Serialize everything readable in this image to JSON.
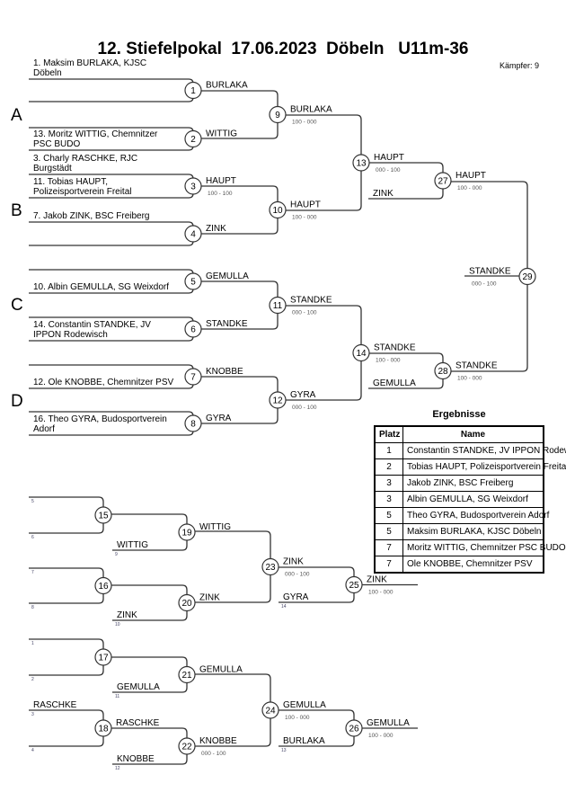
{
  "header": {
    "title": "12. Stiefelpokal  17.06.2023  Döbeln   U11m-36",
    "fighters": "Kämpfer: 9"
  },
  "pools": [
    "A",
    "B",
    "C",
    "D"
  ],
  "entries": [
    {
      "match": 1,
      "side": "top",
      "text": "1. Maksim BURLAKA, KJSC Döbeln"
    },
    {
      "match": 2,
      "side": "bot",
      "text": "13. Moritz WITTIG, Chemnitzer PSC BUDO"
    },
    {
      "match": 3,
      "side": "top",
      "text": "3. Charly RASCHKE, RJC Burgstädt"
    },
    {
      "match": 3,
      "side": "bot",
      "text": "11. Tobias HAUPT, Polizeisportverein Freital"
    },
    {
      "match": 4,
      "side": "top",
      "text": "7. Jakob ZINK, BSC Freiberg"
    },
    {
      "match": 5,
      "side": "bot",
      "text": "10. Albin GEMULLA, SG Weixdorf"
    },
    {
      "match": 6,
      "side": "bot",
      "text": "14. Constantin STANDKE, JV IPPON Rodewisch"
    },
    {
      "match": 7,
      "side": "bot",
      "text": "12. Ole KNOBBE, Chemnitzer PSV"
    },
    {
      "match": 8,
      "side": "bot",
      "text": "16. Theo GYRA, Budosportverein Adorf"
    }
  ],
  "matches": [
    {
      "no": 1,
      "winner": "BURLAKA",
      "score": ""
    },
    {
      "no": 2,
      "winner": "WITTIG",
      "score": ""
    },
    {
      "no": 3,
      "winner": "HAUPT",
      "score": "100 - 100"
    },
    {
      "no": 4,
      "winner": "ZINK",
      "score": ""
    },
    {
      "no": 5,
      "winner": "GEMULLA",
      "score": ""
    },
    {
      "no": 6,
      "winner": "STANDKE",
      "score": ""
    },
    {
      "no": 7,
      "winner": "KNOBBE",
      "score": ""
    },
    {
      "no": 8,
      "winner": "GYRA",
      "score": ""
    },
    {
      "no": 9,
      "winner": "BURLAKA",
      "score": "100 - 000"
    },
    {
      "no": 10,
      "winner": "HAUPT",
      "score": "100 - 000"
    },
    {
      "no": 11,
      "winner": "STANDKE",
      "score": "000 - 100"
    },
    {
      "no": 12,
      "winner": "GYRA",
      "score": "000 - 100"
    },
    {
      "no": 13,
      "winner": "HAUPT",
      "score": "000 - 100"
    },
    {
      "no": 14,
      "winner": "STANDKE",
      "score": "100 - 000"
    },
    {
      "no": 27,
      "winner": "HAUPT",
      "score": "100 - 000"
    },
    {
      "no": 28,
      "winner": "STANDKE",
      "score": "100 - 000"
    },
    {
      "no": 29,
      "winner": "",
      "score": ""
    },
    {
      "no": 15,
      "winner": "",
      "score": ""
    },
    {
      "no": 16,
      "winner": "",
      "score": ""
    },
    {
      "no": 19,
      "winner": "WITTIG",
      "score": ""
    },
    {
      "no": 20,
      "winner": "ZINK",
      "score": ""
    },
    {
      "no": 23,
      "winner": "ZINK",
      "score": "000 - 100"
    },
    {
      "no": 25,
      "winner": "ZINK",
      "score": "100 - 000"
    },
    {
      "no": 17,
      "winner": "",
      "score": ""
    },
    {
      "no": 18,
      "winner": "RASCHKE",
      "score": ""
    },
    {
      "no": 21,
      "winner": "GEMULLA",
      "score": ""
    },
    {
      "no": 22,
      "winner": "KNOBBE",
      "score": "000 - 100"
    },
    {
      "no": 24,
      "winner": "GEMULLA",
      "score": "100 - 000"
    },
    {
      "no": 26,
      "winner": "GEMULLA",
      "score": "100 - 000"
    }
  ],
  "feeds": [
    {
      "match": 27,
      "side": "bot",
      "text": "ZINK",
      "seed": "",
      "score": ""
    },
    {
      "match": 28,
      "side": "bot",
      "text": "GEMULLA",
      "seed": "",
      "score": ""
    },
    {
      "match": 29,
      "side": "mid",
      "text": "STANDKE",
      "seed": "",
      "score": "000 - 100"
    },
    {
      "match": 15,
      "side": "top",
      "text": "",
      "seed": "5",
      "score": ""
    },
    {
      "match": 15,
      "side": "bot",
      "text": "",
      "seed": "6",
      "score": ""
    },
    {
      "match": 19,
      "side": "bot",
      "text": "WITTIG",
      "seed": "9",
      "score": ""
    },
    {
      "match": 16,
      "side": "top",
      "text": "",
      "seed": "7",
      "score": ""
    },
    {
      "match": 16,
      "side": "bot",
      "text": "",
      "seed": "8",
      "score": ""
    },
    {
      "match": 20,
      "side": "bot",
      "text": "ZINK",
      "seed": "10",
      "score": ""
    },
    {
      "match": 25,
      "side": "bot",
      "text": "GYRA",
      "seed": "14",
      "score": ""
    },
    {
      "match": 17,
      "side": "top",
      "text": "",
      "seed": "1",
      "score": ""
    },
    {
      "match": 17,
      "side": "bot",
      "text": "",
      "seed": "2",
      "score": ""
    },
    {
      "match": 21,
      "side": "bot",
      "text": "GEMULLA",
      "seed": "11",
      "score": ""
    },
    {
      "match": 18,
      "side": "top",
      "text": "RASCHKE",
      "seed": "3",
      "score": ""
    },
    {
      "match": 18,
      "side": "bot",
      "text": "",
      "seed": "4",
      "score": ""
    },
    {
      "match": 22,
      "side": "bot",
      "text": "KNOBBE",
      "seed": "12",
      "score": ""
    },
    {
      "match": 26,
      "side": "bot",
      "text": "BURLAKA",
      "seed": "13",
      "score": ""
    }
  ],
  "results": {
    "title": "Ergebnisse",
    "headers": [
      "Platz",
      "Name"
    ],
    "rows": [
      {
        "place": "1",
        "name": "Constantin STANDKE, JV IPPON Rodewisch"
      },
      {
        "place": "2",
        "name": "Tobias HAUPT, Polizeisportverein Freital"
      },
      {
        "place": "3",
        "name": "Jakob ZINK, BSC Freiberg"
      },
      {
        "place": "3",
        "name": "Albin GEMULLA, SG Weixdorf"
      },
      {
        "place": "5",
        "name": "Theo GYRA, Budosportverein Adorf"
      },
      {
        "place": "5",
        "name": "Maksim BURLAKA, KJSC Döbeln"
      },
      {
        "place": "7",
        "name": "Moritz WITTIG, Chemnitzer PSC BUDO"
      },
      {
        "place": "7",
        "name": "Ole KNOBBE, Chemnitzer PSV"
      }
    ]
  },
  "colors": {
    "line": "#333333",
    "score": "#555555"
  }
}
